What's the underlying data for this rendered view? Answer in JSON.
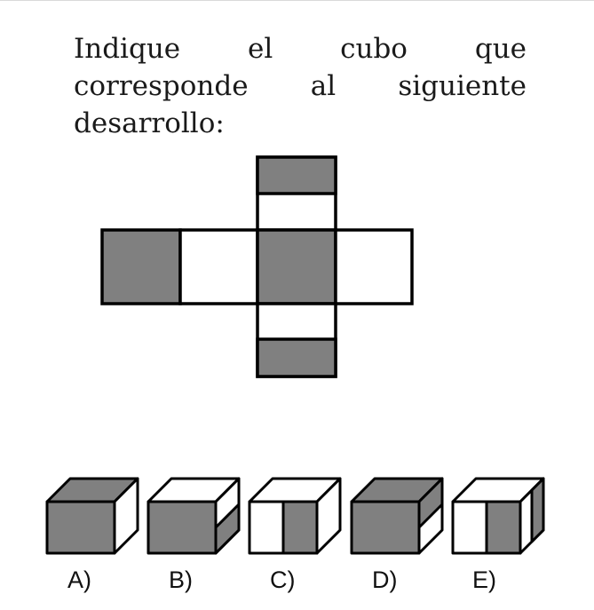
{
  "question": {
    "line1": "Indique el cubo que",
    "line2": "corresponde al siguiente",
    "line3": "desarrollo:"
  },
  "colors": {
    "shade": "#808080",
    "stroke": "#000000",
    "paper": "#ffffff"
  },
  "options": [
    {
      "label": "A)"
    },
    {
      "label": "B)"
    },
    {
      "label": "C)"
    },
    {
      "label": "D)"
    },
    {
      "label": "E)"
    }
  ]
}
